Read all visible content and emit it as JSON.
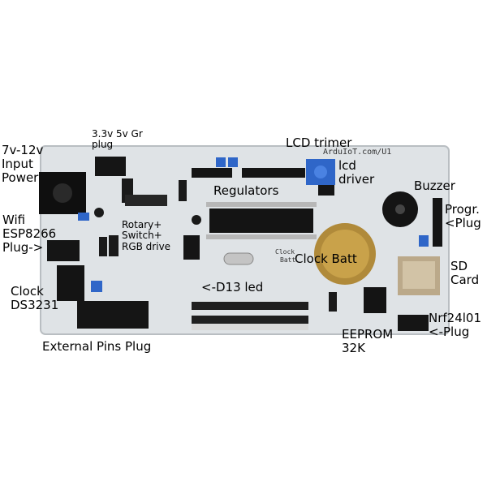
{
  "board": {
    "silkscreen": {
      "url": "ArduIoT.com/U1",
      "clock_batt": "Clock\nBatt"
    }
  },
  "annotations": {
    "input_power": "7v-12v\nInput\nPower",
    "supply_plug": "3.3v 5v Gr\nplug",
    "lcd_trimmer": "LCD trimer",
    "lcd_driver": "lcd\ndriver",
    "buzzer": "Buzzer",
    "regulators": "Regulators",
    "wifi": "Wifi\nESP8266\nPlug->",
    "rotary": "Rotary+\nSwitch+\nRGB drive",
    "prog_plug": "Progr.\n<Plug",
    "clock_batt": "Clock Batt",
    "sd_card": "SD\nCard",
    "clock": "Clock\nDS3231",
    "d13_led": "<-D13 led",
    "external_pins": "External Pins Plug",
    "eeprom": "EEPROM\n32K",
    "nrf": "Nrf24l01\n<-Plug"
  },
  "colors": {
    "pcb": "#dfe3e6",
    "header": "#151515",
    "pot": "#2f66c8",
    "battery": "#b08a3a",
    "sd": "#bba98a"
  }
}
